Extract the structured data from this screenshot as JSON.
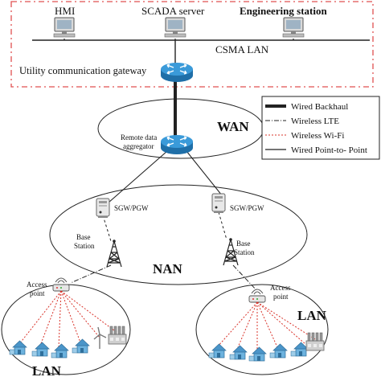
{
  "utility_zone": {
    "hosts": [
      "HMI",
      "SCADA server",
      "Engineering station"
    ],
    "lan_label": "CSMA LAN",
    "gateway_label": "Utility communication gateway"
  },
  "wan": {
    "label": "WAN",
    "aggregator_label_line1": "Remote data",
    "aggregator_label_line2": "aggregator"
  },
  "nan": {
    "label": "NAN",
    "gw_left": "SGW/PGW",
    "gw_right": "SGW/PGW",
    "bs_left_line1": "Base",
    "bs_left_line2": "Station",
    "bs_right_line1": "Base",
    "bs_right_line2": "Station"
  },
  "lan_left": {
    "label": "LAN",
    "ap_line1": "Access",
    "ap_line2": "point"
  },
  "lan_right": {
    "label": "LAN",
    "ap_line1": "Access",
    "ap_line2": "point"
  },
  "legend": {
    "items": [
      "Wired Backhaul",
      "Wireless LTE",
      "Wireless Wi-Fi",
      "Wired Point-to- Point"
    ]
  },
  "colors": {
    "utility_border": "#e05050",
    "router": "#2a8fd0",
    "wifi_link": "#d9342b",
    "house": "#5aa6d6"
  },
  "icons": {
    "host": "desktop-computer-icon",
    "router": "router-icon",
    "gateway_server": "server-icon",
    "tower": "cell-tower-icon",
    "access_point": "wifi-access-point-icon",
    "house": "house-icon",
    "turbine": "wind-turbine-icon",
    "building": "factory-icon"
  }
}
